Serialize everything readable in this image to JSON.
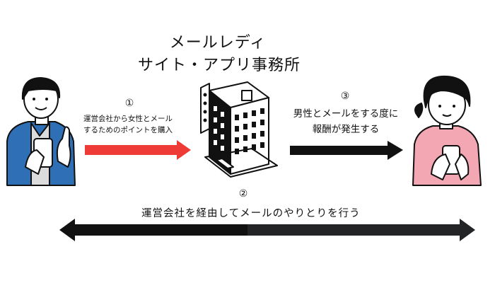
{
  "title": {
    "line1": "メールレディ",
    "line2": "サイト・アプリ事務所"
  },
  "steps": {
    "step1": {
      "number": "①",
      "line1": "運営会社から女性とメール",
      "line2": "するためのポイントを購入"
    },
    "step2": {
      "number": "②",
      "text": "運営会社を経由してメールのやりとりを行う"
    },
    "step3": {
      "number": "③",
      "line1": "男性とメールをする度に",
      "line2": "報酬が発生する"
    }
  },
  "colors": {
    "arrow_red": "#ef3b36",
    "arrow_black": "#111111",
    "arrow_dark": "#222426",
    "man_shirt": "#2f6fb6",
    "building": "#111111",
    "woman_top": "#f3a7b2"
  }
}
